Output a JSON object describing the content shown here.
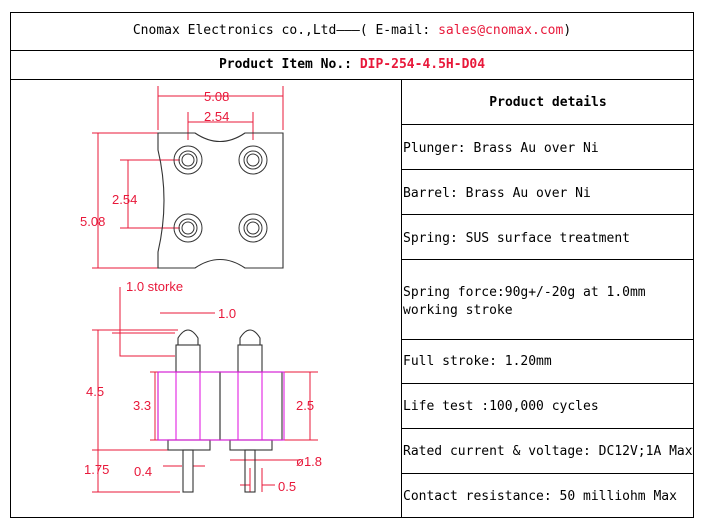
{
  "header": {
    "company": "Cnomax Electronics co.,Ltd———( E-mail: ",
    "email": "sales@cnomax.com",
    "close": ")"
  },
  "item": {
    "label": "Product Item No.:  ",
    "value": "DIP-254-4.5H-D04"
  },
  "details": {
    "title": "Product details",
    "rows": [
      "Plunger: Brass Au over Ni",
      "Barrel: Brass Au over Ni",
      "Spring: SUS surface treatment",
      "Spring force:90g+/-20g at 1.0mm working stroke",
      "Full stroke: 1.20mm",
      "Life test :100,000 cycles",
      "Rated current & voltage: DC12V;1A Max",
      "Contact resistance: 50 milliohm Max"
    ]
  },
  "drawing": {
    "top_width": "5.08",
    "pitch": "2.54",
    "pitch_v": "2.54",
    "height": "5.08",
    "stroke": "1.0 storke",
    "tip": "1.0",
    "total": "4.5",
    "body": "3.3",
    "barrel": "2.5",
    "tail": "1.75",
    "pin": "0.4",
    "dia": "ø1.8",
    "pin2": "0.5"
  },
  "colors": {
    "dim": "#e8183a",
    "outline": "#333333",
    "magenta": "#e21ee2"
  }
}
